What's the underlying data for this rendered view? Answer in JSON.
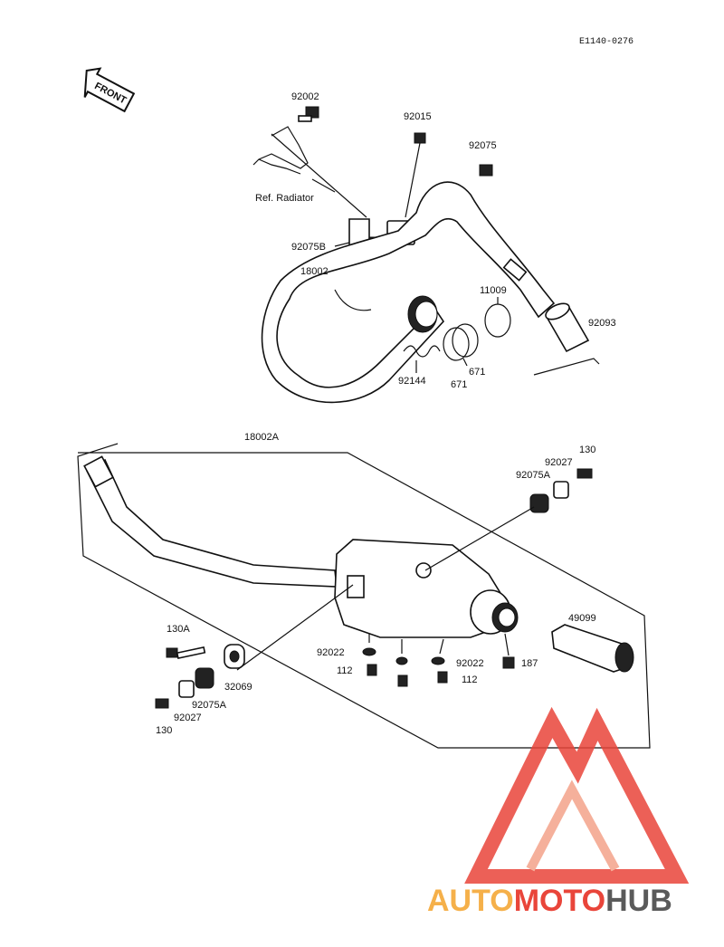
{
  "drawing_code": "E1140-0276",
  "front_label": "FRONT",
  "ref_note": "Ref. Radiator",
  "upper": {
    "p92002": "92002",
    "p92015": "92015",
    "p92075": "92075",
    "p92075B": "92075B",
    "p18002": "18002",
    "p11009": "11009",
    "p92093": "92093",
    "p92144": "92144",
    "p671a": "671",
    "p671b": "671"
  },
  "lower": {
    "p18002A": "18002A",
    "p130_top": "130",
    "p92027_top": "92027",
    "p92075A_top": "92075A",
    "p49099": "49099",
    "p92022_left": "92022",
    "p92022_right": "92022",
    "p112_left": "112",
    "p112_right": "112",
    "p187": "187",
    "p130A": "130A",
    "p32069": "32069",
    "p92075A_bot": "92075A",
    "p92027_bot": "92027",
    "p130_bot": "130"
  },
  "watermark": {
    "part1": "AUTO",
    "part2": "MOTO",
    "part3": "HUB",
    "color1": "#f5b04a",
    "color2": "#e9453a",
    "color3": "#5a5a5a",
    "logo_color": "#e9453a"
  }
}
